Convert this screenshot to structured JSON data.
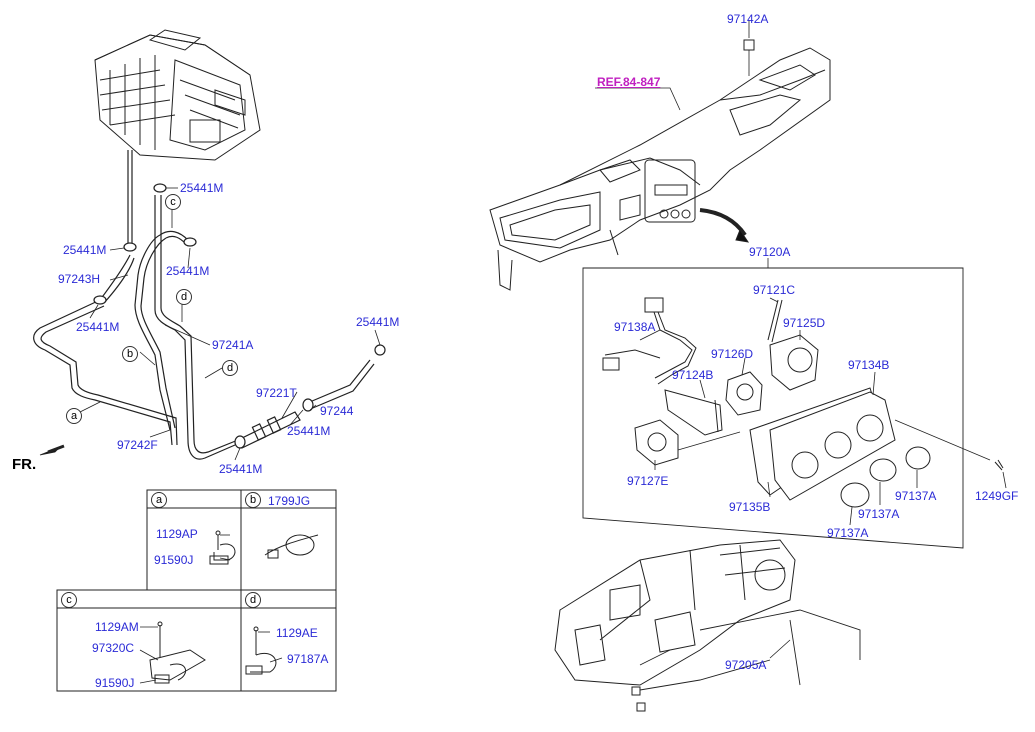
{
  "diagram": {
    "ref_label": "REF.84-847",
    "front_label": "FR.",
    "parts": {
      "p97142A": "97142A",
      "p97120A": "97120A",
      "p97121C": "97121C",
      "p97125D": "97125D",
      "p97138A": "97138A",
      "p97126D": "97126D",
      "p97124B": "97124B",
      "p97134B": "97134B",
      "p97127E": "97127E",
      "p97135B": "97135B",
      "p97137A_1": "97137A",
      "p97137A_2": "97137A",
      "p97137A_3": "97137A",
      "p1249GF": "1249GF",
      "p97205A": "97205A",
      "p25441M_1": "25441M",
      "p25441M_2": "25441M",
      "p25441M_3": "25441M",
      "p25441M_4": "25441M",
      "p25441M_5": "25441M",
      "p25441M_6": "25441M",
      "p25441M_7": "25441M",
      "p97243H": "97243H",
      "p97241A": "97241A",
      "p97221T": "97221T",
      "p97244": "97244",
      "p97242F": "97242F"
    },
    "callouts": {
      "a": "a",
      "b": "b",
      "c": "c",
      "d": "d"
    },
    "detail_table": {
      "cell_a": {
        "letter": "a",
        "parts": [
          "1129AP",
          "91590J"
        ]
      },
      "cell_b": {
        "letter": "b",
        "parts": [
          "1799JG"
        ]
      },
      "cell_c": {
        "letter": "c",
        "parts": [
          "1129AM",
          "97320C",
          "91590J"
        ]
      },
      "cell_d": {
        "letter": "d",
        "parts": [
          "1129AE",
          "97187A"
        ]
      }
    }
  },
  "colors": {
    "part_label": "#2b2bd6",
    "ref_label": "#c020c0",
    "line": "#222222"
  }
}
